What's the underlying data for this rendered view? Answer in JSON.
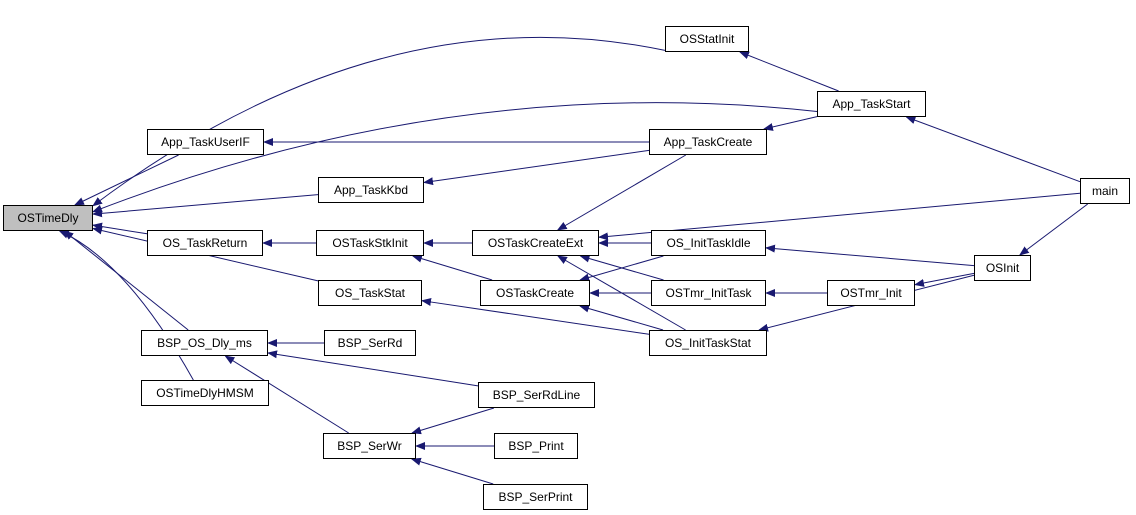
{
  "graph": {
    "type": "caller graph",
    "root": "OSTimeDly",
    "colors": {
      "root_fill": "#bfbfbf",
      "node_fill": "#ffffff",
      "edge": "#191970",
      "border": "#000000"
    },
    "nodes": {
      "OSTimeDly": "OSTimeDly",
      "App_TaskUserIF": "App_TaskUserIF",
      "App_TaskKbd": "App_TaskKbd",
      "OS_TaskReturn": "OS_TaskReturn",
      "OS_TaskStat": "OS_TaskStat",
      "BSP_OS_Dly_ms": "BSP_OS_Dly_ms",
      "OSTimeDlyHMSM": "OSTimeDlyHMSM",
      "OSStatInit": "OSStatInit",
      "App_TaskStart": "App_TaskStart",
      "App_TaskCreate": "App_TaskCreate",
      "OSTaskStkInit": "OSTaskStkInit",
      "OSTaskCreateExt": "OSTaskCreateExt",
      "OSTaskCreate": "OSTaskCreate",
      "BSP_SerRd": "BSP_SerRd",
      "BSP_SerRdLine": "BSP_SerRdLine",
      "BSP_SerWr": "BSP_SerWr",
      "BSP_Print": "BSP_Print",
      "BSP_SerPrint": "BSP_SerPrint",
      "OS_InitTaskIdle": "OS_InitTaskIdle",
      "OSTmr_InitTask": "OSTmr_InitTask",
      "OS_InitTaskStat": "OS_InitTaskStat",
      "OSTmr_Init": "OSTmr_Init",
      "OSInit": "OSInit",
      "main": "main"
    },
    "edges": [
      [
        "OSStatInit",
        "OSTimeDly"
      ],
      [
        "App_TaskStart",
        "OSTimeDly"
      ],
      [
        "App_TaskUserIF",
        "OSTimeDly"
      ],
      [
        "App_TaskKbd",
        "OSTimeDly"
      ],
      [
        "OS_TaskReturn",
        "OSTimeDly"
      ],
      [
        "OS_TaskStat",
        "OSTimeDly"
      ],
      [
        "BSP_OS_Dly_ms",
        "OSTimeDly"
      ],
      [
        "OSTimeDlyHMSM",
        "OSTimeDly"
      ],
      [
        "App_TaskCreate",
        "App_TaskUserIF"
      ],
      [
        "App_TaskCreate",
        "App_TaskKbd"
      ],
      [
        "App_TaskStart",
        "OSStatInit"
      ],
      [
        "App_TaskStart",
        "App_TaskCreate"
      ],
      [
        "main",
        "App_TaskStart"
      ],
      [
        "OSTaskStkInit",
        "OS_TaskReturn"
      ],
      [
        "OSTaskCreateExt",
        "OSTaskStkInit"
      ],
      [
        "OSTaskCreate",
        "OSTaskStkInit"
      ],
      [
        "App_TaskCreate",
        "OSTaskCreateExt"
      ],
      [
        "main",
        "OSTaskCreateExt"
      ],
      [
        "OS_InitTaskIdle",
        "OSTaskCreateExt"
      ],
      [
        "OSTmr_InitTask",
        "OSTaskCreateExt"
      ],
      [
        "OS_InitTaskStat",
        "OSTaskCreateExt"
      ],
      [
        "OS_InitTaskIdle",
        "OSTaskCreate"
      ],
      [
        "OSTmr_InitTask",
        "OSTaskCreate"
      ],
      [
        "OS_InitTaskStat",
        "OSTaskCreate"
      ],
      [
        "OS_InitTaskStat",
        "OS_TaskStat"
      ],
      [
        "OSInit",
        "OS_InitTaskIdle"
      ],
      [
        "OSInit",
        "OS_InitTaskStat"
      ],
      [
        "OSTmr_Init",
        "OSTmr_InitTask"
      ],
      [
        "OSInit",
        "OSTmr_Init"
      ],
      [
        "main",
        "OSInit"
      ],
      [
        "BSP_SerRd",
        "BSP_OS_Dly_ms"
      ],
      [
        "BSP_SerRdLine",
        "BSP_OS_Dly_ms"
      ],
      [
        "BSP_SerWr",
        "BSP_OS_Dly_ms"
      ],
      [
        "BSP_SerRdLine",
        "BSP_SerWr"
      ],
      [
        "BSP_Print",
        "BSP_SerWr"
      ],
      [
        "BSP_SerPrint",
        "BSP_SerWr"
      ]
    ]
  }
}
